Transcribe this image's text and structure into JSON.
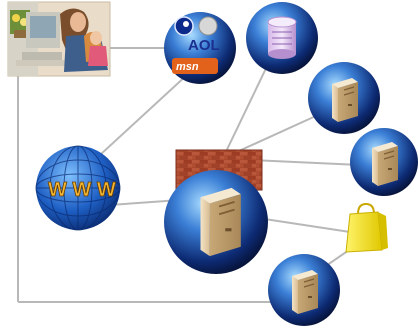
{
  "diagram": {
    "isp_logos": {
      "aol": "AOL",
      "msn": "msn"
    },
    "globe_label": "W W W",
    "colors": {
      "connector": "#b8b8b8",
      "sphere_dark": "#0b1a4a",
      "sphere_light": "#7fc3ff",
      "server_case": "#e8d3b0",
      "brick": "#a5442a",
      "shopping_bag": "#f4e21a"
    },
    "icons": [
      "home-user-photo",
      "aol-logo",
      "msn-logo",
      "database-icon",
      "server-icon",
      "globe-icon",
      "firewall-icon",
      "main-server-icon",
      "shopping-bag-icon"
    ]
  }
}
